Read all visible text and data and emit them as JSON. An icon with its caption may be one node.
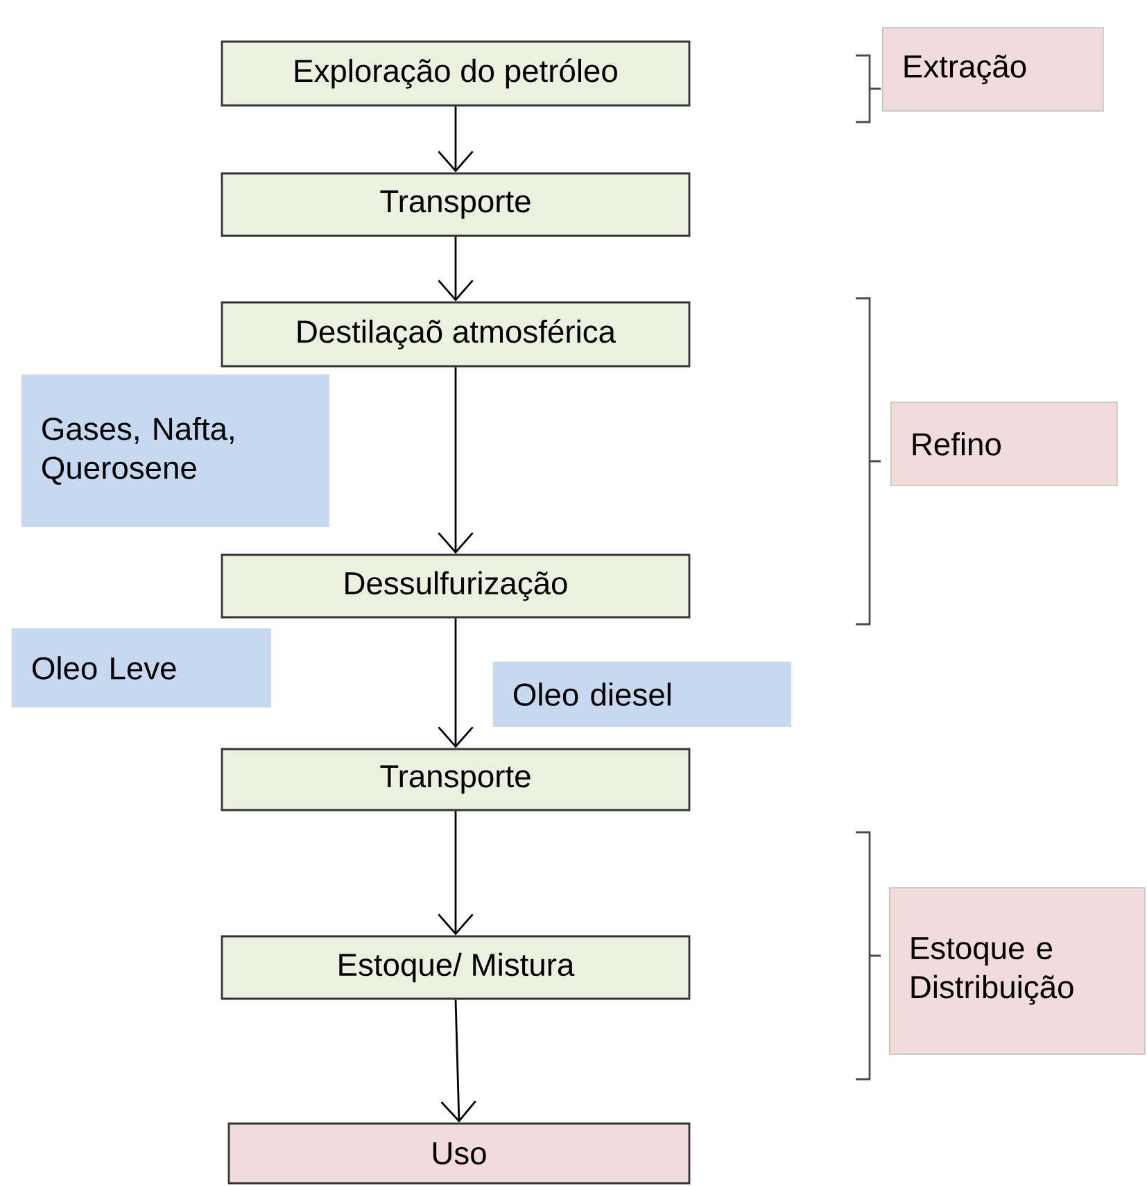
{
  "diagram": {
    "nodes": [
      {
        "text": [
          "Exploração do petróleo"
        ]
      },
      {
        "text": [
          "Transporte"
        ]
      },
      {
        "text": [
          "Destilaçaõ atmosférica"
        ]
      },
      {
        "text": [
          "Gases, Nafta, Querosene"
        ]
      },
      {
        "text": [
          "Dessulfurização"
        ]
      },
      {
        "text": [
          "Oleo Leve"
        ]
      },
      {
        "text": [
          "Oleo diesel"
        ]
      },
      {
        "text": [
          "Transporte"
        ]
      },
      {
        "text": [
          "Estoque/ Mistura"
        ]
      },
      {
        "text": [
          "Uso"
        ]
      },
      {
        "text": [
          "Extração"
        ]
      },
      {
        "text": [
          "Refino"
        ]
      },
      {
        "text": [
          "Estoque e Distribuição"
        ]
      }
    ],
    "edges": [
      {
        "from": 0,
        "to": 1,
        "arrow": "to"
      },
      {
        "from": 1,
        "to": 2,
        "arrow": "to"
      },
      {
        "from": 2,
        "to": 4,
        "arrow": "to"
      },
      {
        "from": 4,
        "to": 7,
        "arrow": "to"
      },
      {
        "from": 7,
        "to": 8,
        "arrow": "to"
      },
      {
        "from": 8,
        "to": 9,
        "arrow": "to"
      }
    ]
  }
}
